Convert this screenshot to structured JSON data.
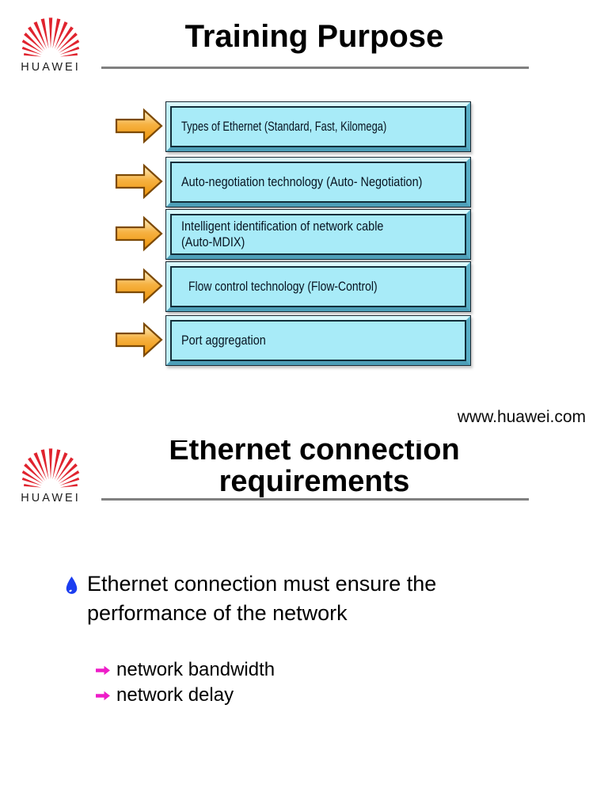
{
  "slide1": {
    "brand": "HUAWEI",
    "title": "Training Purpose",
    "topics": [
      {
        "lines": [
          "Types of Ethernet (Standard, Fast, Kilomega)"
        ]
      },
      {
        "lines": [
          "Auto-negotiation technology (Auto- Negotiation)"
        ]
      },
      {
        "lines": [
          "Intelligent identification of network cable",
          "(Auto-MDIX)"
        ]
      },
      {
        "lines": [
          "Flow control technology (Flow-Control)"
        ]
      },
      {
        "lines": [
          "Port aggregation"
        ]
      }
    ],
    "footer_url": "www.huawei.com"
  },
  "slide2": {
    "brand": "HUAWEI",
    "title_line1": "Ethernet connection",
    "title_line2": "requirements",
    "bullet_text": "Ethernet connection must ensure the performance of the network",
    "sub_bullets": [
      "network bandwidth",
      "network delay"
    ]
  },
  "icons": {
    "logo": "huawei-fan-icon",
    "topic_bullet": "block-arrow-right-icon",
    "bullet": "water-drop-icon",
    "sub_bullet": "small-arrow-right-icon"
  },
  "colors": {
    "box_cyan": "#a8ebf8",
    "box_border": "#122e3a",
    "bevel_light": "#d9f9fd",
    "bevel_dark": "#4d9fb8",
    "arrow_orange_light": "#fdf3cd",
    "arrow_orange_dark": "#ee9305",
    "arrow_stroke": "#7d4a05",
    "logo_red": "#e0232e",
    "drop_blue": "#1b3df0",
    "sub_arrow_magenta": "#ee1cc8",
    "rule_gray": "#808080"
  }
}
